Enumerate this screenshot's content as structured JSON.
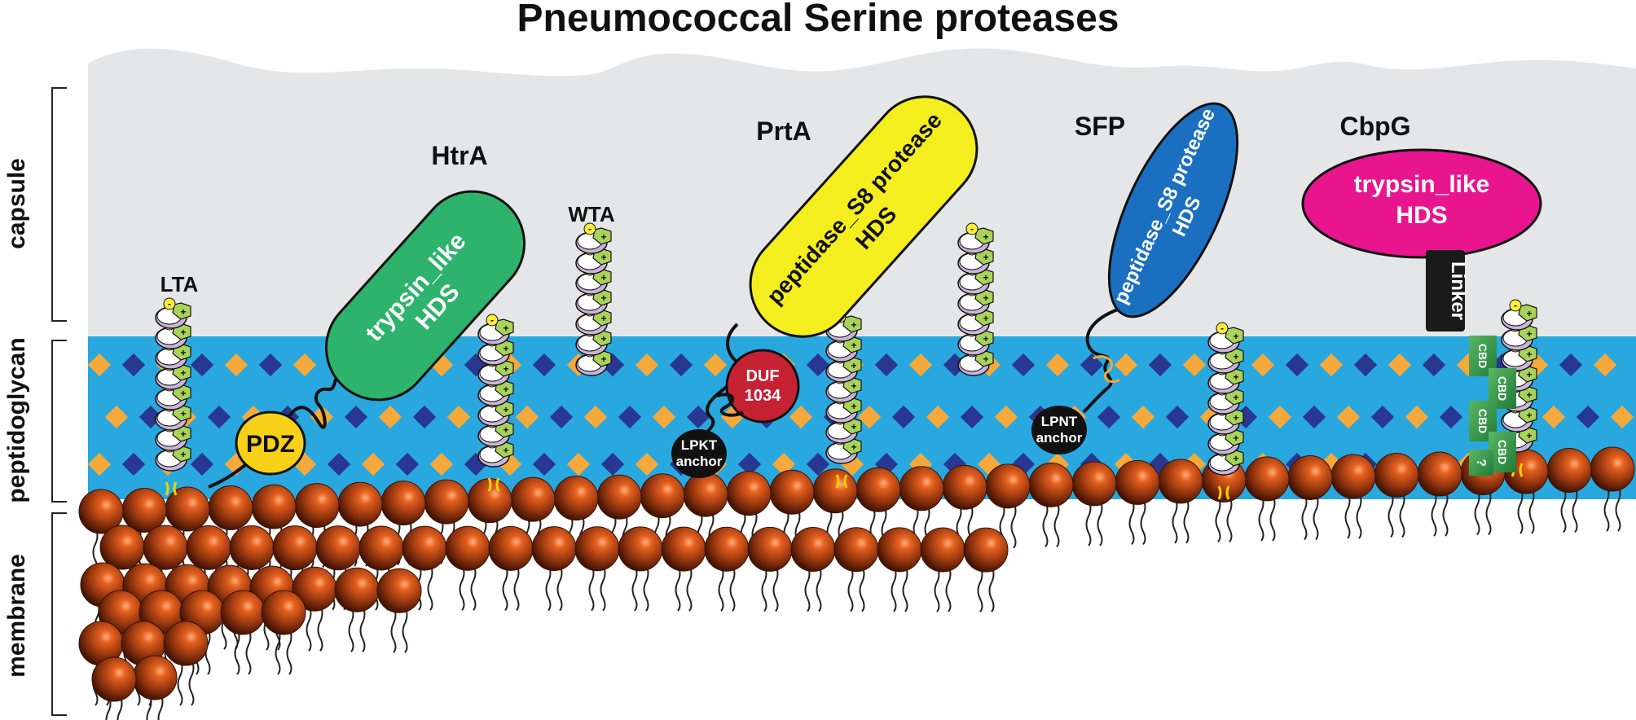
{
  "title": "Pneumococcal Serine proteases",
  "layers": {
    "capsule": "capsule",
    "peptidoglycan": "peptidoglycan",
    "membrane": "membrane"
  },
  "glycopolymers": {
    "lta": "LTA",
    "wta": "WTA",
    "plus_sign": "+",
    "minus_sign": "-"
  },
  "proteins": {
    "htra": {
      "name": "HtrA",
      "domain_line1": "trypsin_like",
      "domain_line2": "HDS",
      "pdz": "PDZ",
      "color": "#2db36b"
    },
    "prta": {
      "name": "PrtA",
      "domain_line1": "peptidase_S8 protease",
      "domain_line2": "HDS",
      "duf_line1": "DUF",
      "duf_line2": "1034",
      "anchor_line1": "LPKT",
      "anchor_line2": "anchor",
      "color": "#f4ee1e"
    },
    "sfp": {
      "name": "SFP",
      "domain_line1": "peptidase_S8 protease",
      "domain_line2": "HDS",
      "anchor_line1": "LPNT",
      "anchor_line2": "anchor",
      "color": "#1a6fc1"
    },
    "cbpg": {
      "name": "CbpG",
      "domain_line1": "trypsin_like",
      "domain_line2": "HDS",
      "linker": "Linker",
      "cbd": [
        "CBD",
        "CBD",
        "CBD",
        "CBD"
      ],
      "cbd_unknown": "?",
      "color": "#e8158f"
    }
  },
  "colors": {
    "capsule": "#e5e6e7",
    "peptidoglycan": "#29a8e0",
    "diamond_orange": "#f6a93b",
    "diamond_navy": "#28378f",
    "lipid_head": "#9e3a10",
    "linker": "#1a1a1a",
    "cbd": "#2e9443",
    "duf": "#c62033"
  }
}
